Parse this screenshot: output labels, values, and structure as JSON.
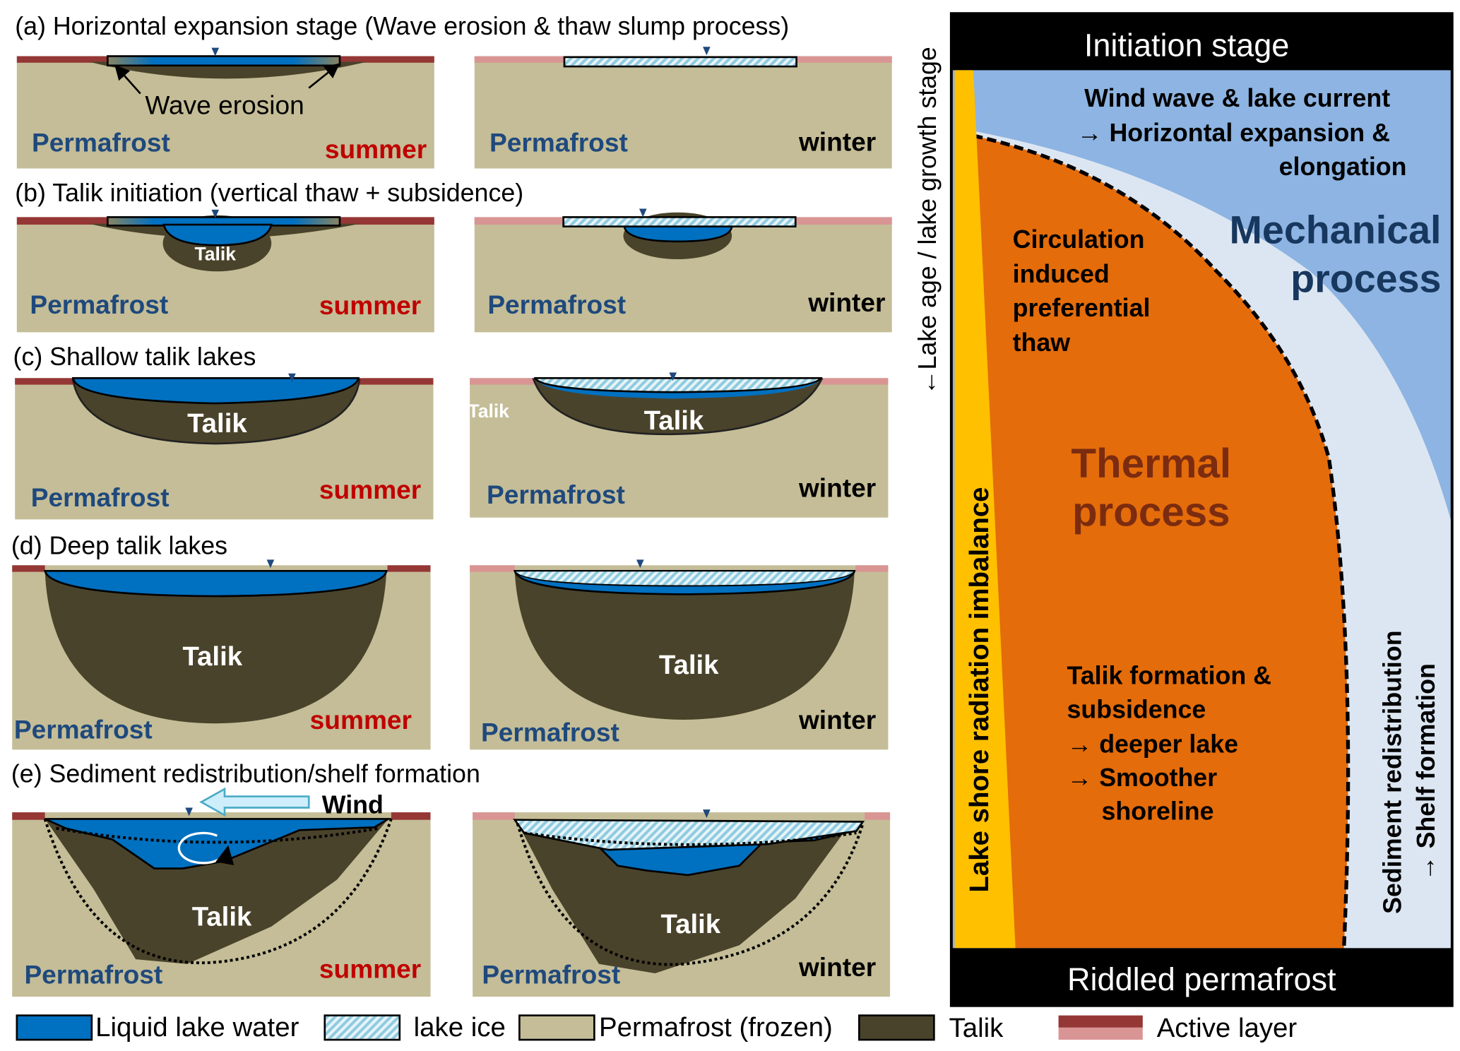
{
  "colors": {
    "liquid_water": "#0070c0",
    "lake_ice": "#b7dde8",
    "permafrost": "#c4bd97",
    "talik": "#4a432b",
    "active_layer_summer": "#953735",
    "active_layer_winter": "#d99594",
    "mechanical_blue": "#8db4e2",
    "shelf_light_blue": "#dce6f2",
    "thermal_orange": "#e46c0a",
    "radiation_yellow": "#ffc000"
  },
  "panels": {
    "a": {
      "title": "(a) Horizontal expansion stage (Wave erosion & thaw slump process)",
      "annotation": "Wave erosion",
      "permafrost": "Permafrost",
      "summer": "summer",
      "winter": "winter"
    },
    "b": {
      "title": "(b) Talik initiation (vertical thaw + subsidence)",
      "talik": "Talik",
      "permafrost": "Permafrost",
      "summer": "summer",
      "winter": "winter"
    },
    "c": {
      "title": "(c) Shallow talik lakes",
      "talik": "Talik",
      "permafrost": "Permafrost",
      "summer": "summer",
      "winter": "winter"
    },
    "d": {
      "title": "(d) Deep talik lakes",
      "talik": "Talik",
      "permafrost": "Permafrost",
      "summer": "summer",
      "winter": "winter"
    },
    "e": {
      "title": "(e) Sediment redistribution/shelf formation",
      "wind": "Wind",
      "talik": "Talik",
      "permafrost": "Permafrost",
      "summer": "summer",
      "winter": "winter"
    }
  },
  "axis_label": "←Lake age / lake growth stage",
  "legend": [
    {
      "label": "Liquid lake water"
    },
    {
      "label": "lake ice"
    },
    {
      "label": "Permafrost (frozen)"
    },
    {
      "label": "Talik"
    },
    {
      "label": "Active layer"
    }
  ],
  "process_panel": {
    "header": "Initiation stage",
    "footer": "Riddled permafrost",
    "wind_lines": [
      "Wind wave & lake current",
      "→ Horizontal expansion &",
      "elongation"
    ],
    "mechanical": [
      "Mechanical",
      "process"
    ],
    "circulation": [
      "Circulation",
      "induced",
      "preferential",
      "thaw"
    ],
    "thermal": [
      "Thermal",
      "process"
    ],
    "talik_lines": [
      "Talik formation &",
      "subsidence",
      "→ deeper lake",
      "→ Smoother",
      "shoreline"
    ],
    "radiation": "Lake shore radiation imbalance",
    "sediment": [
      "Sediment redistribution",
      "→ Shelf formation"
    ]
  }
}
